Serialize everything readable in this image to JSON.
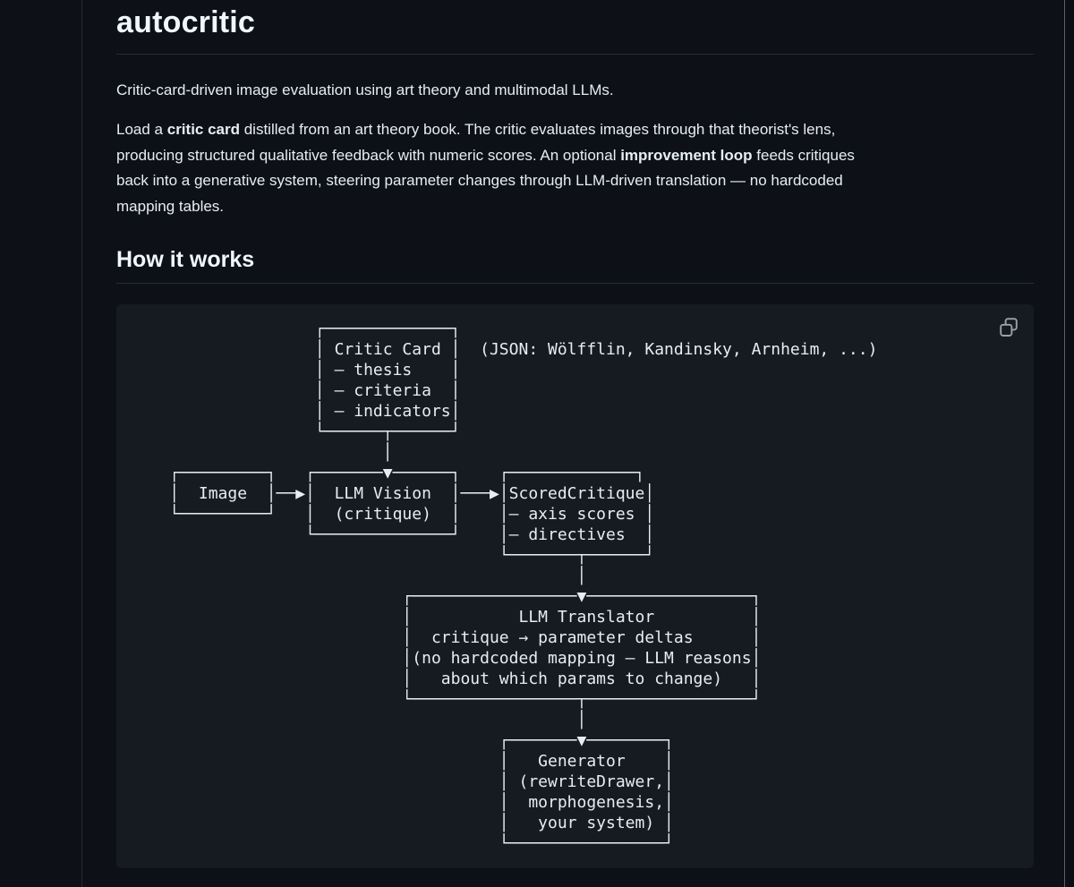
{
  "page": {
    "title": "autocritic"
  },
  "intro": {
    "text": "Critic-card-driven image evaluation using art theory and multimodal LLMs."
  },
  "description": {
    "segments": [
      {
        "t": "Load a "
      },
      {
        "t": "critic card",
        "b": true
      },
      {
        "t": " distilled from an art theory book. The critic evaluates images through that theorist's lens,"
      },
      {
        "br": true
      },
      {
        "t": "producing structured qualitative feedback with numeric scores. An optional "
      },
      {
        "t": "improvement loop",
        "b": true
      },
      {
        "t": " feeds critiques"
      },
      {
        "br": true
      },
      {
        "t": "back into a generative system, steering parameter changes through LLM-driven translation — no hardcoded"
      },
      {
        "br": true
      },
      {
        "t": "mapping tables."
      }
    ]
  },
  "section": {
    "heading": "How it works"
  },
  "code_block": {
    "copy_icon": "copy-icon"
  },
  "diagram": {
    "lines": [
      "                   ┌─────────────┐",
      "                   │ Critic Card │  (JSON: Wölfflin, Kandinsky, Arnheim, ...)",
      "                   │ — thesis    │",
      "                   │ — criteria  │",
      "                   │ — indicators│",
      "                   └──────┬──────┘",
      "                          │",
      "    ┌─────────┐   ┌───────▼──────┐    ┌─────────────┐",
      "    │  Image  │──▶│  LLM Vision  │───▶│ScoredCritique│",
      "    └─────────┘   │  (critique)  │    │— axis scores │",
      "                  └──────────────┘    │— directives  │",
      "                                      └───────┬──────┘",
      "                                              │",
      "                            ┌─────────────────▼─────────────────┐",
      "                            │           LLM Translator          │",
      "                            │  critique → parameter deltas      │",
      "                            │(no hardcoded mapping — LLM reasons│",
      "                            │   about which params to change)   │",
      "                            └─────────────────┬─────────────────┘",
      "                                              │",
      "                                      ┌───────▼────────┐",
      "                                      │   Generator    │",
      "                                      │ (rewriteDrawer,│",
      "                                      │  morphogenesis,│",
      "                                      │   your system) │",
      "                                      └────────────────┘"
    ]
  },
  "colors": {
    "page_bg": "#0d1117",
    "code_bg": "#161b22",
    "border_muted": "#262c36",
    "text": "#e6edf3",
    "heading": "#f0f6fc",
    "icon_muted": "#9aa1aa",
    "scrollbar": "#59616b"
  }
}
